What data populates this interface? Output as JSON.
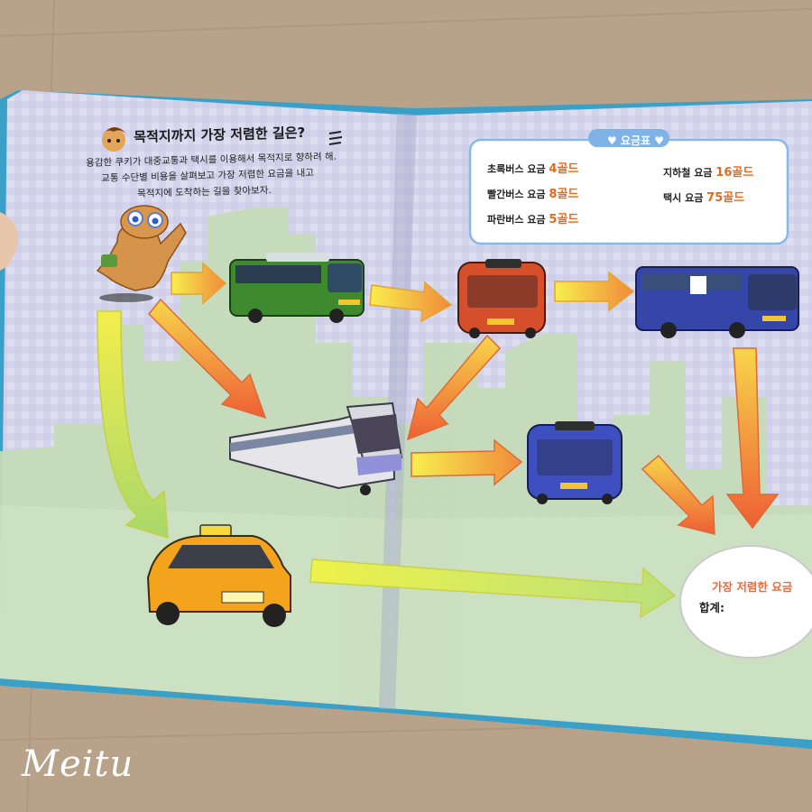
{
  "puzzle": {
    "title": "목적지까지 가장 저렴한 길은?",
    "intro_lines": [
      "용감한 쿠키가 대중교통과 택시를 이용해서 목적지로 향하려 해.",
      "교통 수단별 비용을 살펴보고 가장 저렴한 요금을 내고",
      "목적지에 도착하는 길을 찾아보자."
    ]
  },
  "fare_table": {
    "title": "♥ 요금표 ♥",
    "items": [
      {
        "label": "초록버스 요금",
        "value": "4골드"
      },
      {
        "label": "빨간버스 요금",
        "value": "8골드"
      },
      {
        "label": "파란버스 요금",
        "value": "5골드"
      },
      {
        "label": "지하철 요금",
        "value": "16골드"
      },
      {
        "label": "택시 요금",
        "value": "75골드"
      }
    ]
  },
  "result_box": {
    "title": "가장 저렴한 요금",
    "total_label": "합계:"
  },
  "watermark": "Meitu",
  "vehicles": [
    "green-bus",
    "red-bus",
    "blue-bus",
    "subway-train",
    "blue-bus",
    "taxi"
  ],
  "colors": {
    "page": "#dcdcef",
    "check": "#c9cae6",
    "city": "#b9d5b0",
    "arrow_start": "#f4ec4a",
    "arrow_end": "#ef6a3c",
    "fare_bg": "#ffffff",
    "fare_border": "#7fb3e8",
    "green_bus": "#3f8a2f",
    "red_bus": "#d54f2a",
    "blue_bus": "#3546a8",
    "taxi": "#f3a41c"
  }
}
